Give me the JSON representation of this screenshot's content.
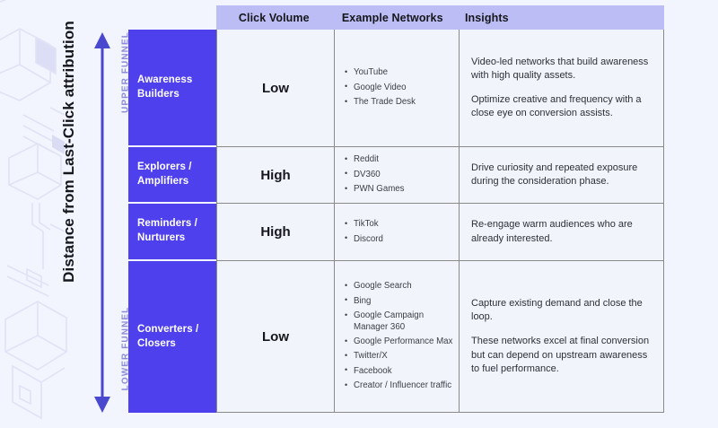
{
  "axis": {
    "title": "Distance from Last-Click attribution",
    "upper_label": "UPPER FUNNEL",
    "lower_label": "LOWER FUNNEL",
    "arrow_color": "#4b48d0",
    "label_color": "#8b8bd8"
  },
  "colors": {
    "page_background": "#f2f5fd",
    "header_band": "#bdbdf5",
    "stage_cell": "#4f40ee",
    "cell_background": "#f1f4fa",
    "grid_line": "#8a8a8a",
    "decorative_art": "#e3e5f7"
  },
  "table": {
    "headers": {
      "stage": "",
      "click_volume": "Click Volume",
      "example_networks": "Example Networks",
      "insights": "Insights"
    },
    "rows": [
      {
        "stage": "Awareness Builders",
        "click_volume": "Low",
        "networks": [
          "YouTube",
          "Google Video",
          "The Trade Desk"
        ],
        "insights": [
          "Video-led networks that build awareness with high quality assets.",
          "Optimize creative and frequency with a close eye on conversion assists."
        ]
      },
      {
        "stage": "Explorers / Amplifiers",
        "click_volume": "High",
        "networks": [
          "Reddit",
          "DV360",
          "PWN Games"
        ],
        "insights": [
          "Drive curiosity and repeated exposure during the consideration phase."
        ]
      },
      {
        "stage": "Reminders / Nurturers",
        "click_volume": "High",
        "networks": [
          "TikTok",
          "Discord"
        ],
        "insights": [
          "Re-engage warm audiences who are already interested."
        ]
      },
      {
        "stage": "Converters / Closers",
        "click_volume": "Low",
        "networks": [
          "Google Search",
          "Bing",
          "Google Campaign Manager 360",
          "Google Performance Max",
          "Twitter/X",
          "Facebook",
          "Creator / Influencer traffic"
        ],
        "insights": [
          "Capture existing demand and close the loop.",
          "These networks excel at final conversion but can depend on upstream awareness to fuel performance."
        ]
      }
    ]
  }
}
